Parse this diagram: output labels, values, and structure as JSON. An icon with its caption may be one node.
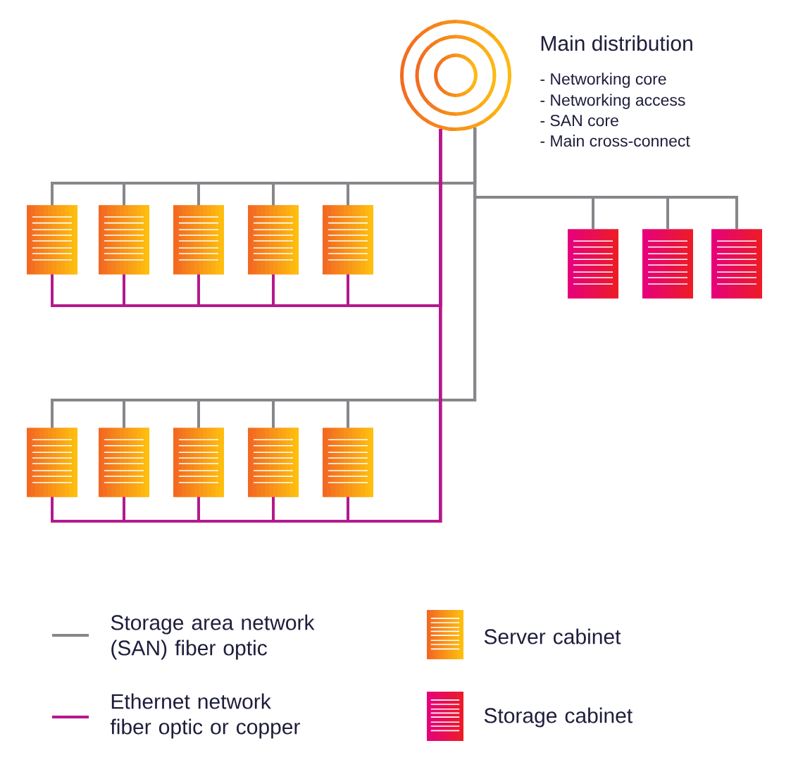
{
  "diagram": {
    "nodes": [
      {
        "text": [],
        "shape": "circle",
        "beside": [
          "Main distribution",
          "- Networking core",
          "- Networking access",
          "- SAN core",
          "- Main cross-connect"
        ]
      },
      {
        "text": [],
        "shape": "box"
      },
      {
        "text": [],
        "shape": "box"
      },
      {
        "text": [],
        "shape": "box"
      },
      {
        "text": [],
        "shape": "box"
      },
      {
        "text": [],
        "shape": "box"
      },
      {
        "text": [],
        "shape": "box"
      },
      {
        "text": [],
        "shape": "box"
      },
      {
        "text": [],
        "shape": "box"
      },
      {
        "text": [],
        "shape": "box"
      },
      {
        "text": [],
        "shape": "box"
      },
      {
        "text": [],
        "shape": "box"
      },
      {
        "text": [],
        "shape": "box"
      },
      {
        "text": [],
        "shape": "box"
      }
    ],
    "edges": [
      {
        "from": 0,
        "to": 1,
        "arrow": "none"
      },
      {
        "from": 0,
        "to": 2,
        "arrow": "none"
      },
      {
        "from": 0,
        "to": 3,
        "arrow": "none"
      },
      {
        "from": 0,
        "to": 4,
        "arrow": "none"
      },
      {
        "from": 0,
        "to": 5,
        "arrow": "none"
      },
      {
        "from": 0,
        "to": 6,
        "arrow": "none"
      },
      {
        "from": 0,
        "to": 7,
        "arrow": "none"
      },
      {
        "from": 0,
        "to": 8,
        "arrow": "none"
      },
      {
        "from": 0,
        "to": 9,
        "arrow": "none"
      },
      {
        "from": 0,
        "to": 10,
        "arrow": "none"
      },
      {
        "from": 0,
        "to": 11,
        "arrow": "none"
      },
      {
        "from": 0,
        "to": 12,
        "arrow": "none"
      },
      {
        "from": 0,
        "to": 13,
        "arrow": "none"
      },
      {
        "from": 0,
        "to": 1,
        "arrow": "none",
        "color": "#b5198c"
      },
      {
        "from": 0,
        "to": 2,
        "arrow": "none",
        "color": "#b5198c"
      },
      {
        "from": 0,
        "to": 3,
        "arrow": "none",
        "color": "#b5198c"
      },
      {
        "from": 0,
        "to": 4,
        "arrow": "none",
        "color": "#b5198c"
      },
      {
        "from": 0,
        "to": 5,
        "arrow": "none",
        "color": "#b5198c"
      },
      {
        "from": 0,
        "to": 9,
        "arrow": "none",
        "color": "#b5198c"
      },
      {
        "from": 0,
        "to": 10,
        "arrow": "none",
        "color": "#b5198c"
      },
      {
        "from": 0,
        "to": 11,
        "arrow": "none",
        "color": "#b5198c"
      },
      {
        "from": 0,
        "to": 12,
        "arrow": "none",
        "color": "#b5198c"
      },
      {
        "from": 0,
        "to": 13,
        "arrow": "none",
        "color": "#b5198c"
      }
    ],
    "legend": [
      {
        "text": "Storage area network (SAN) fiber optic"
      },
      {
        "text": "Ethernet network fiber optic or copper"
      },
      {
        "text": "Server cabinet"
      },
      {
        "text": "Storage cabinet"
      }
    ]
  }
}
